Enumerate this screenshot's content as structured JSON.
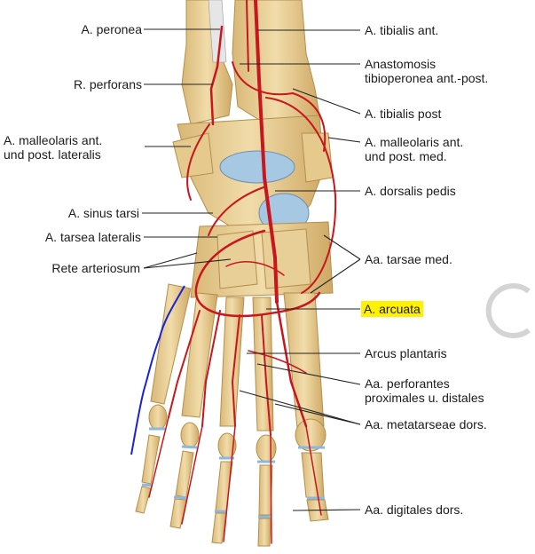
{
  "labels_left": [
    {
      "id": "peronea",
      "text": "A. peronea"
    },
    {
      "id": "perforans",
      "text": "R. perforans"
    },
    {
      "id": "malleolaris_lat",
      "text": "A. malleolaris ant.\nund post. lateralis"
    },
    {
      "id": "sinus_tarsi",
      "text": "A. sinus tarsi"
    },
    {
      "id": "tarsea_lat",
      "text": "A. tarsea lateralis"
    },
    {
      "id": "rete",
      "text": "Rete arteriosum"
    }
  ],
  "labels_right": [
    {
      "id": "tibialis_ant",
      "text": "A. tibialis ant."
    },
    {
      "id": "anastomosis",
      "text": "Anastomosis\ntibioperonea ant.-post."
    },
    {
      "id": "tibialis_post",
      "text": "A. tibialis post"
    },
    {
      "id": "malleolaris_med",
      "text": "A. malleolaris ant.\nund post. med."
    },
    {
      "id": "dorsalis_pedis",
      "text": "A. dorsalis pedis"
    },
    {
      "id": "tarsae_med",
      "text": "Aa. tarsae med."
    },
    {
      "id": "arcuata",
      "text": "A. arcuata",
      "highlighted": true
    },
    {
      "id": "arcus_plantaris",
      "text": "Arcus plantaris"
    },
    {
      "id": "perforantes",
      "text": "Aa. perforantes\nproximales u. distales"
    },
    {
      "id": "metatarseae",
      "text": "Aa. metatarseae dors."
    },
    {
      "id": "digitales",
      "text": "Aa. digitales dors."
    }
  ],
  "colors": {
    "bone": "#e9cf97",
    "bone_shadow": "#c9a464",
    "artery": "#c9161d",
    "cartilage": "#9ec2de",
    "highlight": "#fff200",
    "annotation_pen": "#1a22d6"
  }
}
